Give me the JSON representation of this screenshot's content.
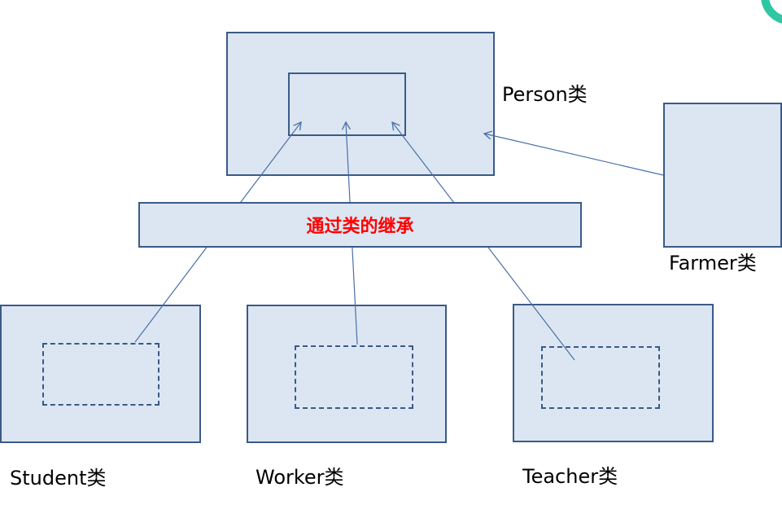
{
  "diagram": {
    "person_label": "Person类",
    "inheritance_label": "通过类的继承",
    "farmer_label": "Farmer类",
    "student_label": "Student类",
    "worker_label": "Worker类",
    "teacher_label": "Teacher类",
    "colors": {
      "box_fill": "#dce6f2",
      "box_border": "#3a5a88",
      "arrow": "#4a6fa8",
      "banner_text": "#ff0000",
      "corner_accent": "#2fc7a3"
    }
  }
}
